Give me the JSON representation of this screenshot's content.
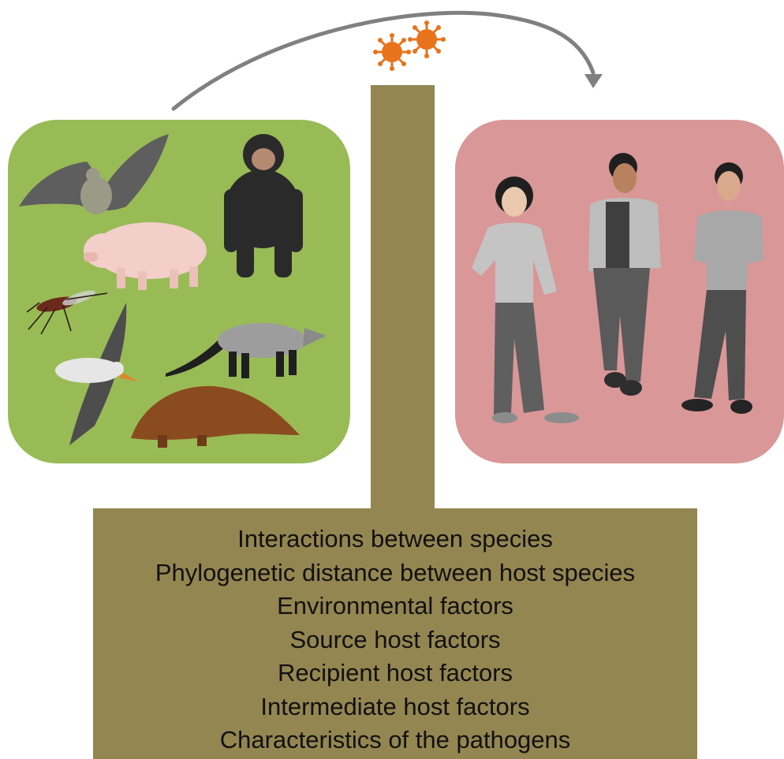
{
  "factors": [
    "Interactions between species",
    "Phylogenetic distance between host species",
    "Environmental factors",
    "Source host factors",
    "Recipient host factors",
    "Intermediate host factors",
    "Characteristics of the pathogens"
  ],
  "colors": {
    "animal_panel": "#99bb56",
    "human_panel": "#d99797",
    "pillar": "#938651",
    "virus": "#e8731a",
    "arrow": "#808080"
  },
  "icons": {
    "pathogen": "virus-icon",
    "transmission": "curved-arrow-icon"
  }
}
